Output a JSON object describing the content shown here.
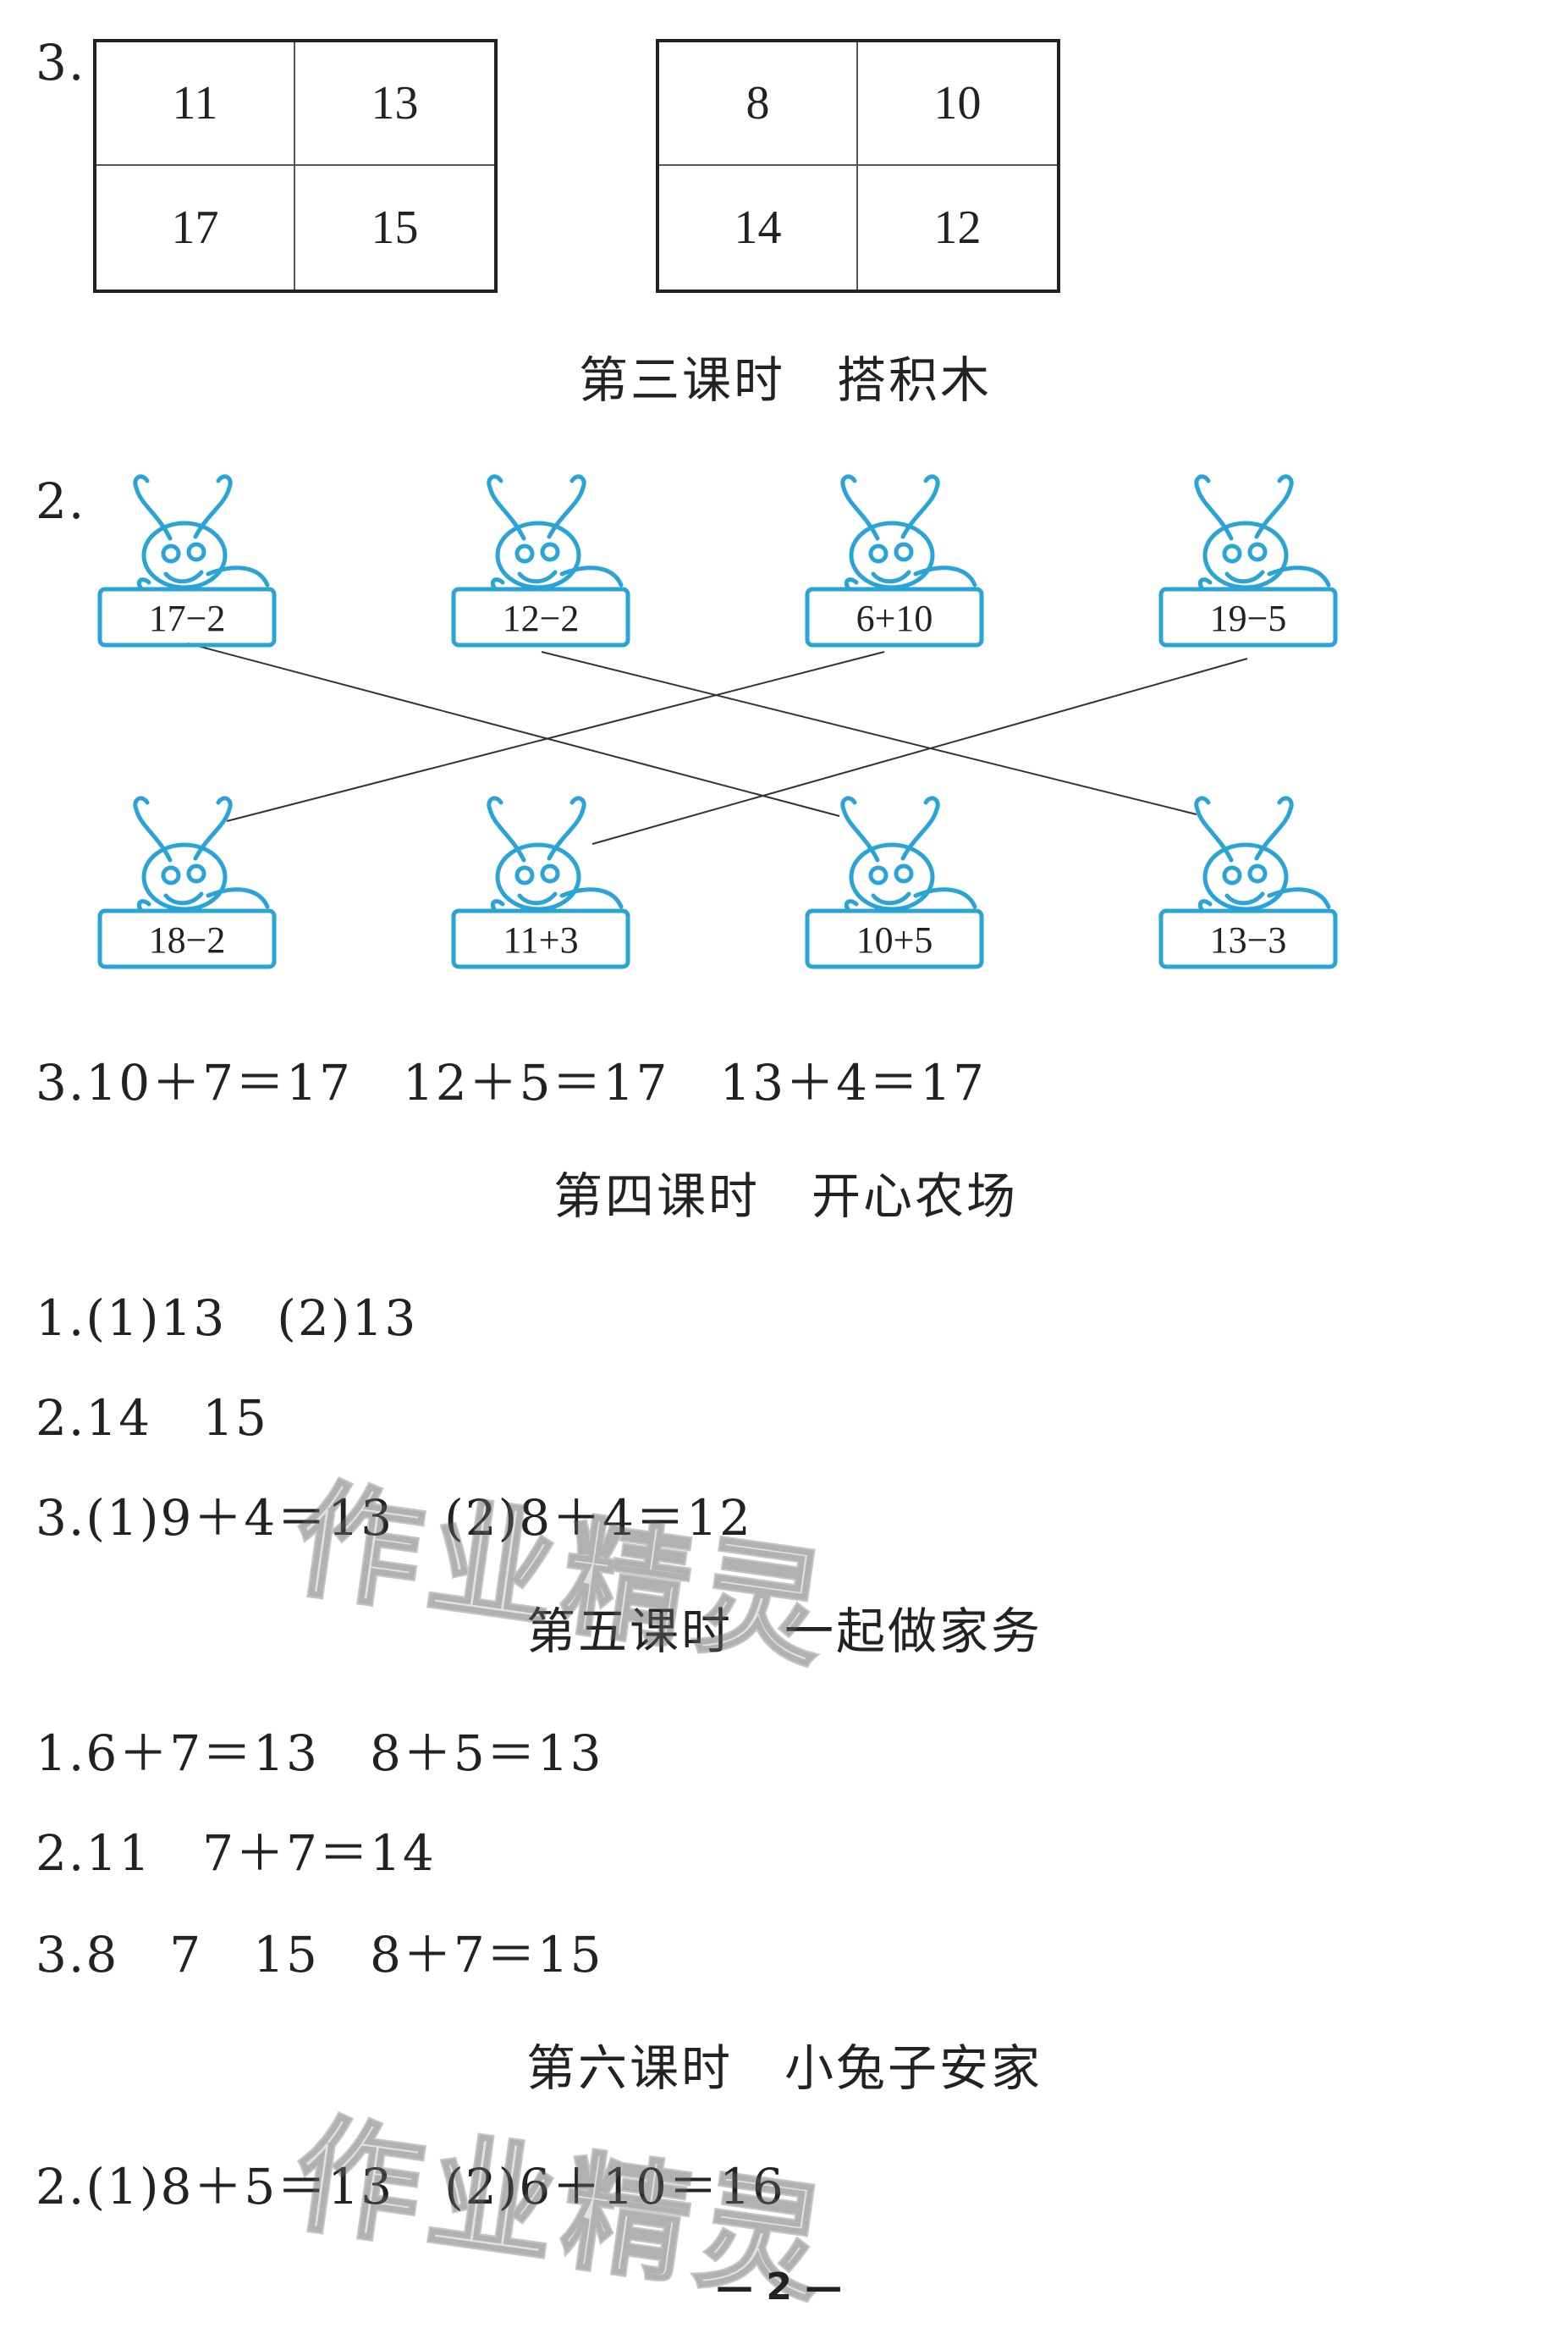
{
  "colors": {
    "ant": "#2aa3d6",
    "text": "#222222"
  },
  "block1": {
    "label": "3.",
    "grid_left": [
      "11",
      "13",
      "17",
      "15"
    ],
    "grid_right": [
      "8",
      "10",
      "14",
      "12"
    ]
  },
  "section3": {
    "heading": "第三课时　搭积木"
  },
  "ant_q": {
    "label": "2.",
    "top": [
      "17−2",
      "12−2",
      "6+10",
      "19−5"
    ],
    "bottom": [
      "18−2",
      "11+3",
      "10+5",
      "13−3"
    ]
  },
  "q3_line": "3.10＋7＝17　12＋5＝17　13＋4＝17",
  "section4": {
    "heading": "第四课时　开心农场",
    "lines": [
      "1.(1)13　(2)13",
      "2.14　15",
      "3.(1)9＋4＝13　(2)8＋4＝12"
    ]
  },
  "section5": {
    "heading": "第五课时　一起做家务",
    "lines": [
      "1.6＋7＝13　8＋5＝13",
      "2.11　7＋7＝14",
      "3.8　7　15　8＋7＝15"
    ]
  },
  "section6": {
    "heading": "第六课时　小兔子安家",
    "lines": [
      "2.(1)8＋5＝13　(2)6＋10＝16"
    ]
  },
  "watermark": "作业精灵",
  "page_number": "— 2 —"
}
